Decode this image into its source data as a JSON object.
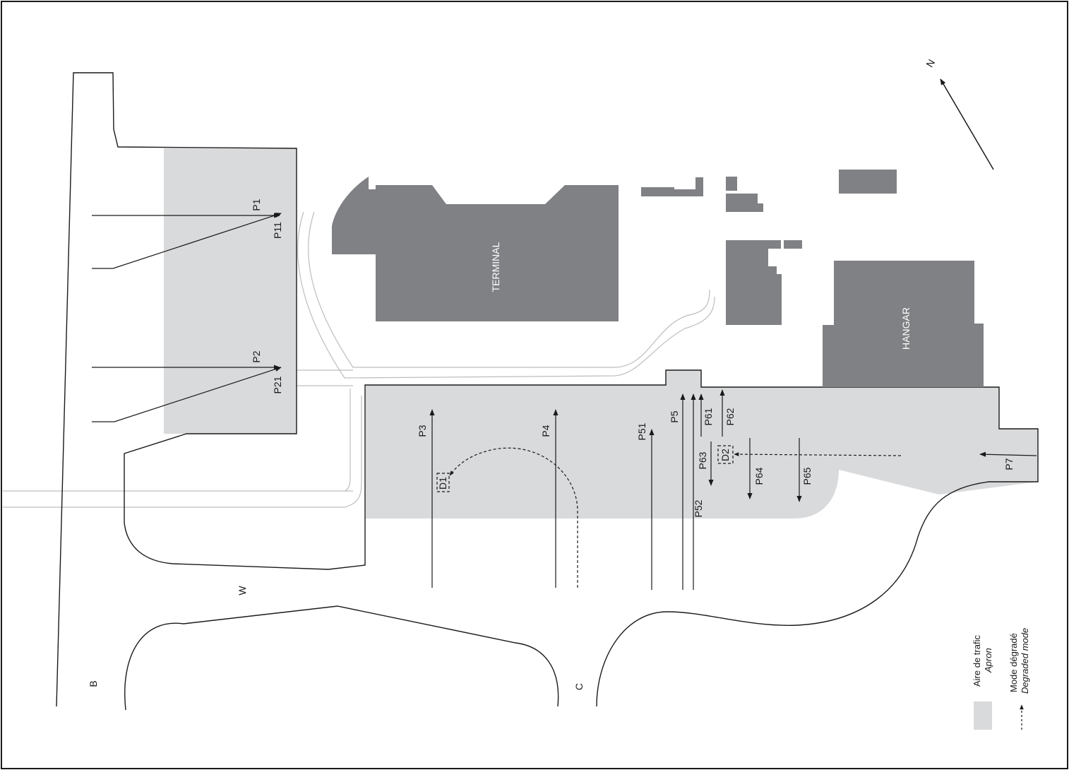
{
  "buildings": {
    "terminal": "TERMINAL",
    "hangar": "HANGAR"
  },
  "taxiways": {
    "b": "B",
    "c": "C",
    "w": "W"
  },
  "north": "N",
  "stands": {
    "p1": "P1",
    "p11": "P11",
    "p2": "P2",
    "p21": "P21",
    "p3": "P3",
    "p4": "P4",
    "p5": "P5",
    "p51": "P51",
    "p52": "P52",
    "p61": "P61",
    "p62": "P62",
    "p63": "P63",
    "p64": "P64",
    "p65": "P65",
    "p7": "P7"
  },
  "degraded_positions": {
    "d1": "D1",
    "d2": "D2"
  },
  "legend": {
    "apron_fr": "Aire de trafic",
    "apron_en": "Apron",
    "degraded_fr": "Mode dégradé",
    "degraded_en": "Degraded mode"
  },
  "colors": {
    "apron": "#d9dadc",
    "building": "#808184",
    "line": "#1a1a1a",
    "road": "#bdbdbd"
  }
}
